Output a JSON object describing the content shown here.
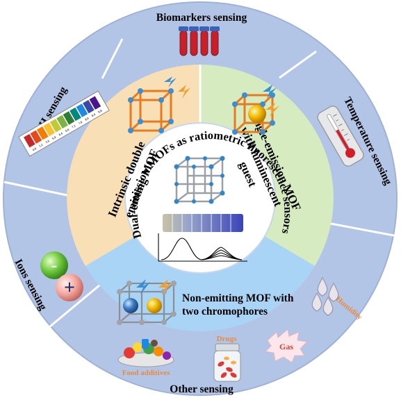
{
  "title": "Dual-emission MOFs as ratiometric fluorescence sensors",
  "sectors": {
    "intrinsic": {
      "line1": "Intrinsic double",
      "line2": "emitting MOF",
      "color": "#f8dfb6"
    },
    "single": {
      "line1": "Single-emission MOF",
      "line2": "with luminescent",
      "line3": "guest",
      "color": "#d6ecc0"
    },
    "nonemitting": {
      "line1": "Non-emitting MOF with",
      "line2": "two chromophores",
      "color": "#a9d4f5"
    }
  },
  "outer_ring": {
    "color": "#b3c5e6",
    "labels": {
      "biomarkers": "Biomarkers sensing",
      "temperature": "Temperature sensing",
      "ph": "pH sensing",
      "ions": "Ions sensing",
      "other": "Other sensing"
    }
  },
  "other_items": {
    "humidity": "Humidity",
    "gas": "Gas",
    "drugs": "Drugs",
    "food": "Food additives"
  },
  "ion_symbols": {
    "minus": "-",
    "plus": "+"
  },
  "ph_strip_numbers": [
    "4.8",
    "5.2",
    "5.6",
    "6.0",
    "6.4",
    "6.8",
    "7.2",
    "7.6",
    "8.0",
    "8.4",
    "8.8"
  ],
  "colors": {
    "accent_text": "#e88a3c",
    "dark_text": "#000000"
  }
}
